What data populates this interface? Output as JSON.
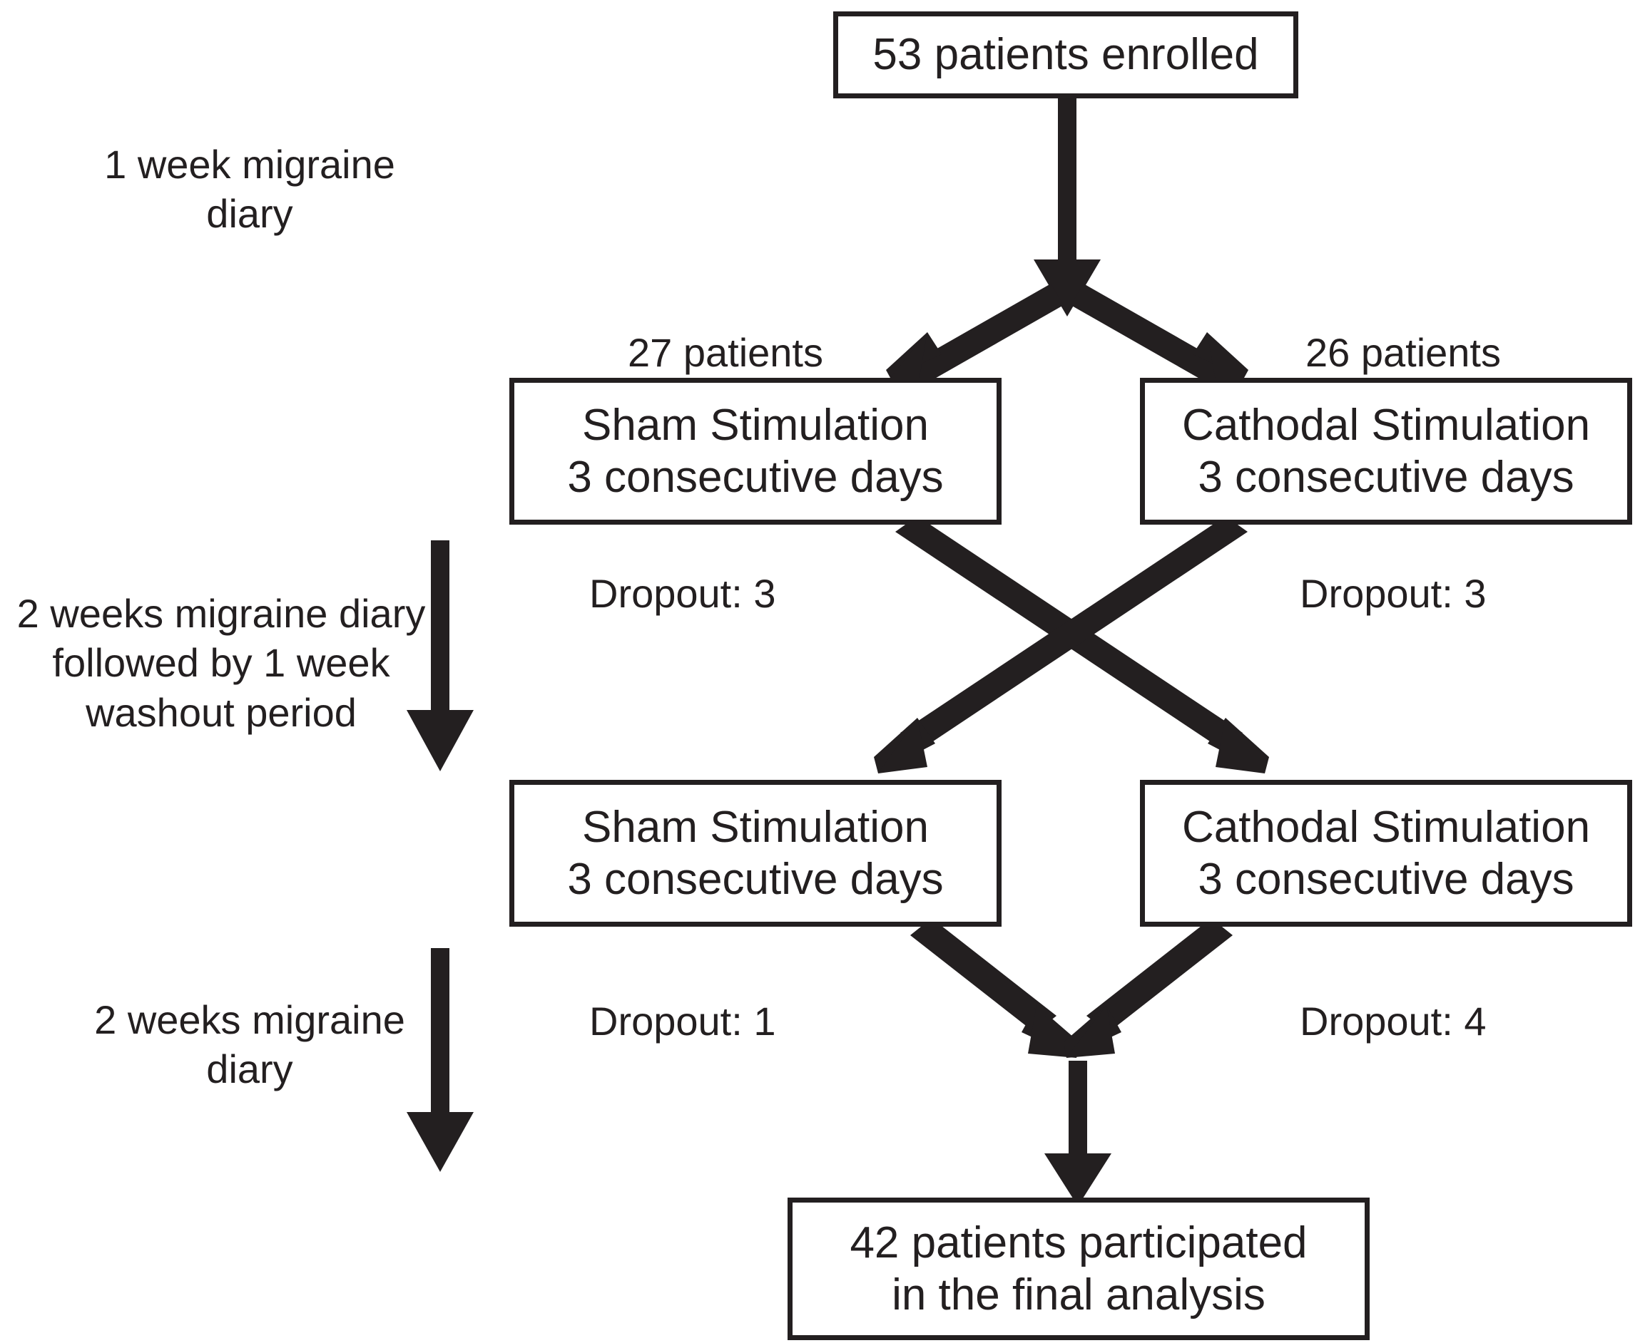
{
  "diagram": {
    "title": "CONSORT-style crossover study flow diagram",
    "ink_color": "#231f20",
    "background": "#ffffff",
    "nodes": {
      "enrolled": {
        "line1": "53 patients enrolled"
      },
      "arm1_sham": {
        "line1": "Sham Stimulation",
        "line2": "3 consecutive days"
      },
      "arm1_cathodal": {
        "line1": "Cathodal Stimulation",
        "line2": "3 consecutive days"
      },
      "arm2_sham": {
        "line1": "Sham Stimulation",
        "line2": "3 consecutive days"
      },
      "arm2_cathodal": {
        "line1": "Cathodal Stimulation",
        "line2": "3 consecutive days"
      },
      "final": {
        "line1": "42 patients participated",
        "line2": "in the final analysis"
      }
    },
    "allocation_labels": {
      "left": "27 patients",
      "right": "26 patients"
    },
    "dropouts": {
      "arm1_sham": "Dropout: 3",
      "arm1_cathodal": "Dropout: 3",
      "arm2_sham": "Dropout: 1",
      "arm2_cathodal": "Dropout: 4"
    },
    "phase_captions": {
      "baseline": "1 week migraine\ndiary",
      "washout": "2 weeks migraine diary\nfollowed by 1 week\nwashout period",
      "followup": "2 weeks migraine\ndiary"
    }
  }
}
